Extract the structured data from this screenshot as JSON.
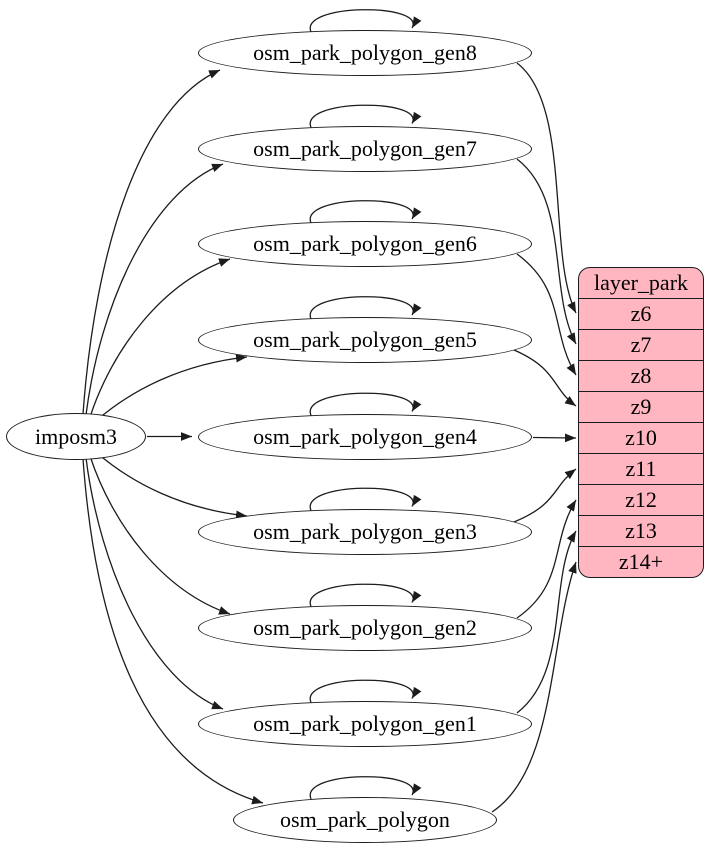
{
  "diagram": {
    "source": {
      "id": "imposm3",
      "label": "imposm3"
    },
    "generalized_tables": [
      {
        "id": "osm_park_polygon_gen8",
        "label": "osm_park_polygon_gen8"
      },
      {
        "id": "osm_park_polygon_gen7",
        "label": "osm_park_polygon_gen7"
      },
      {
        "id": "osm_park_polygon_gen6",
        "label": "osm_park_polygon_gen6"
      },
      {
        "id": "osm_park_polygon_gen5",
        "label": "osm_park_polygon_gen5"
      },
      {
        "id": "osm_park_polygon_gen4",
        "label": "osm_park_polygon_gen4"
      },
      {
        "id": "osm_park_polygon_gen3",
        "label": "osm_park_polygon_gen3"
      },
      {
        "id": "osm_park_polygon_gen2",
        "label": "osm_park_polygon_gen2"
      },
      {
        "id": "osm_park_polygon_gen1",
        "label": "osm_park_polygon_gen1"
      },
      {
        "id": "osm_park_polygon",
        "label": "osm_park_polygon"
      }
    ],
    "layer": {
      "id": "layer_park",
      "label": "layer_park",
      "rows": [
        "z6",
        "z7",
        "z8",
        "z9",
        "z10",
        "z11",
        "z12",
        "z13",
        "z14+"
      ]
    },
    "edges": [
      {
        "from": "imposm3",
        "to": "osm_park_polygon_gen8"
      },
      {
        "from": "imposm3",
        "to": "osm_park_polygon_gen7"
      },
      {
        "from": "imposm3",
        "to": "osm_park_polygon_gen6"
      },
      {
        "from": "imposm3",
        "to": "osm_park_polygon_gen5"
      },
      {
        "from": "imposm3",
        "to": "osm_park_polygon_gen4"
      },
      {
        "from": "imposm3",
        "to": "osm_park_polygon_gen3"
      },
      {
        "from": "imposm3",
        "to": "osm_park_polygon_gen2"
      },
      {
        "from": "imposm3",
        "to": "osm_park_polygon_gen1"
      },
      {
        "from": "imposm3",
        "to": "osm_park_polygon"
      },
      {
        "from": "osm_park_polygon_gen8",
        "to": "osm_park_polygon_gen8"
      },
      {
        "from": "osm_park_polygon_gen7",
        "to": "osm_park_polygon_gen7"
      },
      {
        "from": "osm_park_polygon_gen6",
        "to": "osm_park_polygon_gen6"
      },
      {
        "from": "osm_park_polygon_gen5",
        "to": "osm_park_polygon_gen5"
      },
      {
        "from": "osm_park_polygon_gen4",
        "to": "osm_park_polygon_gen4"
      },
      {
        "from": "osm_park_polygon_gen3",
        "to": "osm_park_polygon_gen3"
      },
      {
        "from": "osm_park_polygon_gen2",
        "to": "osm_park_polygon_gen2"
      },
      {
        "from": "osm_park_polygon_gen1",
        "to": "osm_park_polygon_gen1"
      },
      {
        "from": "osm_park_polygon",
        "to": "osm_park_polygon"
      },
      {
        "from": "osm_park_polygon_gen8",
        "to": "z6"
      },
      {
        "from": "osm_park_polygon_gen7",
        "to": "z7"
      },
      {
        "from": "osm_park_polygon_gen6",
        "to": "z8"
      },
      {
        "from": "osm_park_polygon_gen5",
        "to": "z9"
      },
      {
        "from": "osm_park_polygon_gen4",
        "to": "z10"
      },
      {
        "from": "osm_park_polygon_gen3",
        "to": "z11"
      },
      {
        "from": "osm_park_polygon_gen2",
        "to": "z12"
      },
      {
        "from": "osm_park_polygon_gen1",
        "to": "z13"
      },
      {
        "from": "osm_park_polygon",
        "to": "z14+"
      }
    ],
    "colors": {
      "layer_fill": "#ffb6c1",
      "node_fill": "#ffffff",
      "stroke": "#1c1c1c",
      "background": "#ffffff"
    }
  }
}
